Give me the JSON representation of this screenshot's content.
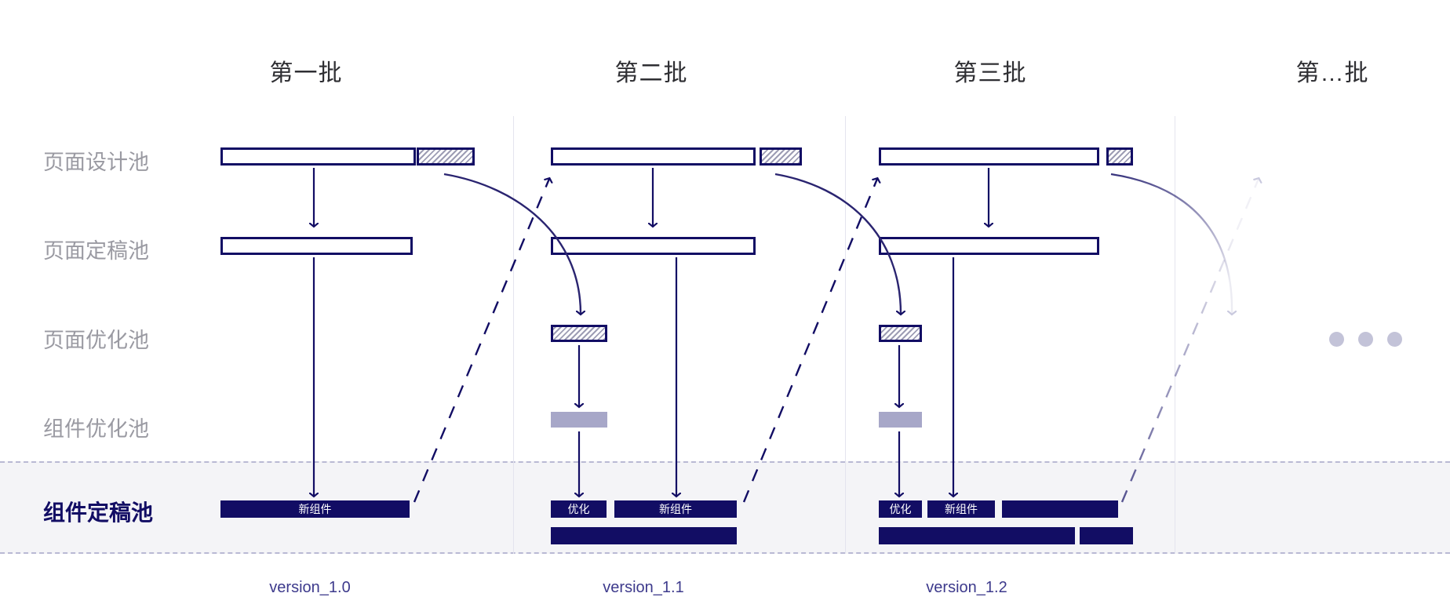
{
  "diagram": {
    "title_row_labels": [
      {
        "name": "page-design-pool",
        "label": "页面设计池"
      },
      {
        "name": "page-final-pool",
        "label": "页面定稿池"
      },
      {
        "name": "page-optimize-pool",
        "label": "页面优化池"
      },
      {
        "name": "comp-optimize-pool",
        "label": "组件优化池"
      },
      {
        "name": "comp-final-pool",
        "label": "组件定稿池"
      }
    ],
    "columns": [
      {
        "header": "第一批",
        "version": "version_1.0"
      },
      {
        "header": "第二批",
        "version": "version_1.1"
      },
      {
        "header": "第三批",
        "version": "version_1.2"
      },
      {
        "header": "第…批",
        "version": ""
      }
    ],
    "bar_labels": {
      "new_component": "新组件",
      "optimize": "优化"
    },
    "ellipsis": "•••",
    "colors": {
      "navy": "#120d64",
      "soft_purple": "#a7a7c8",
      "band_bg": "#f4f4f7",
      "band_border": "#b9b9d4",
      "divider": "#e4e4ee",
      "row_label": "#9a9aa2",
      "header_text": "#2f2f33",
      "version_text": "#3d3a8c"
    },
    "bars": {
      "page_design": [
        {
          "batch": 1,
          "kind": "outline",
          "label": ""
        },
        {
          "batch": 1,
          "kind": "hatch",
          "label": ""
        },
        {
          "batch": 2,
          "kind": "outline",
          "label": ""
        },
        {
          "batch": 2,
          "kind": "hatch",
          "label": ""
        },
        {
          "batch": 3,
          "kind": "outline",
          "label": ""
        },
        {
          "batch": 3,
          "kind": "hatch",
          "label": ""
        }
      ],
      "page_final": [
        {
          "batch": 1,
          "kind": "outline",
          "label": ""
        },
        {
          "batch": 2,
          "kind": "outline",
          "label": ""
        },
        {
          "batch": 3,
          "kind": "outline",
          "label": ""
        }
      ],
      "page_optimize": [
        {
          "batch": 2,
          "kind": "hatch",
          "label": ""
        },
        {
          "batch": 3,
          "kind": "hatch",
          "label": ""
        }
      ],
      "comp_optimize": [
        {
          "batch": 2,
          "kind": "soft",
          "label": ""
        },
        {
          "batch": 3,
          "kind": "soft",
          "label": ""
        }
      ],
      "comp_final": [
        {
          "batch": 1,
          "kind": "solid",
          "label": "新组件"
        },
        {
          "batch": 2,
          "kind": "solid",
          "label": "优化"
        },
        {
          "batch": 2,
          "kind": "solid",
          "label": "新组件"
        },
        {
          "batch": 2,
          "kind": "solid",
          "label": ""
        },
        {
          "batch": 3,
          "kind": "solid",
          "label": "优化"
        },
        {
          "batch": 3,
          "kind": "solid",
          "label": "新组件"
        },
        {
          "batch": 3,
          "kind": "solid",
          "label": ""
        },
        {
          "batch": 3,
          "kind": "solid",
          "label": ""
        },
        {
          "batch": 3,
          "kind": "solid",
          "label": ""
        }
      ]
    }
  }
}
